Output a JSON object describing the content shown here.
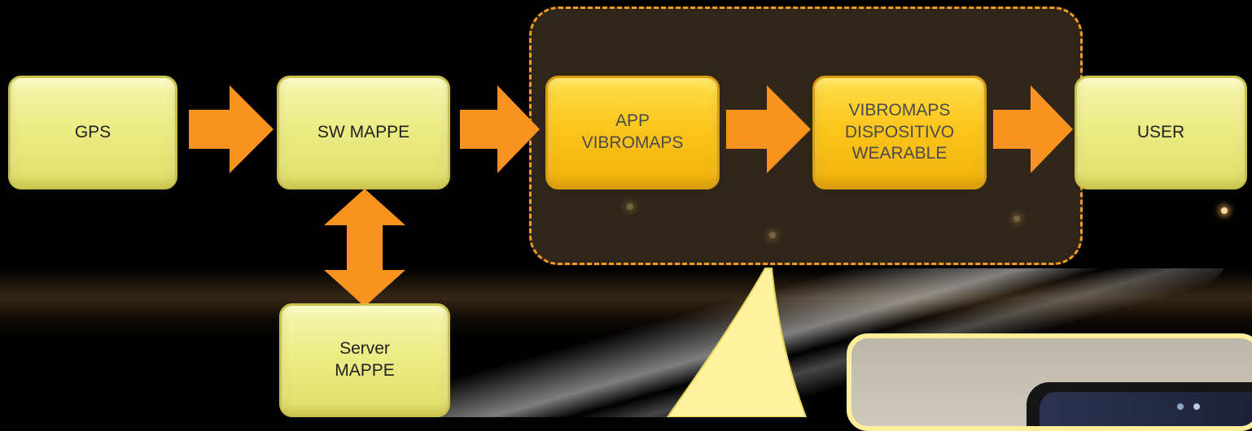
{
  "nodes": {
    "gps": "GPS",
    "sw_mappe": "SW MAPPE",
    "server_mappe": [
      "Server",
      "MAPPE"
    ],
    "app_vibromaps": [
      "APP",
      "VIBROMAPS"
    ],
    "vibromaps_device": [
      "VIBROMAPS",
      "DISPOSITIVO",
      "WEARABLE"
    ],
    "user": "USER"
  },
  "colors": {
    "node_fill": "#ecec86",
    "node_highlight_fill": "#fcc61c",
    "arrow": "#f7931e",
    "group_border": "#f39a1f",
    "callout": "#fff3a0"
  },
  "icons": {
    "arrow": "right-arrow",
    "double_arrow": "up-down-arrow"
  }
}
